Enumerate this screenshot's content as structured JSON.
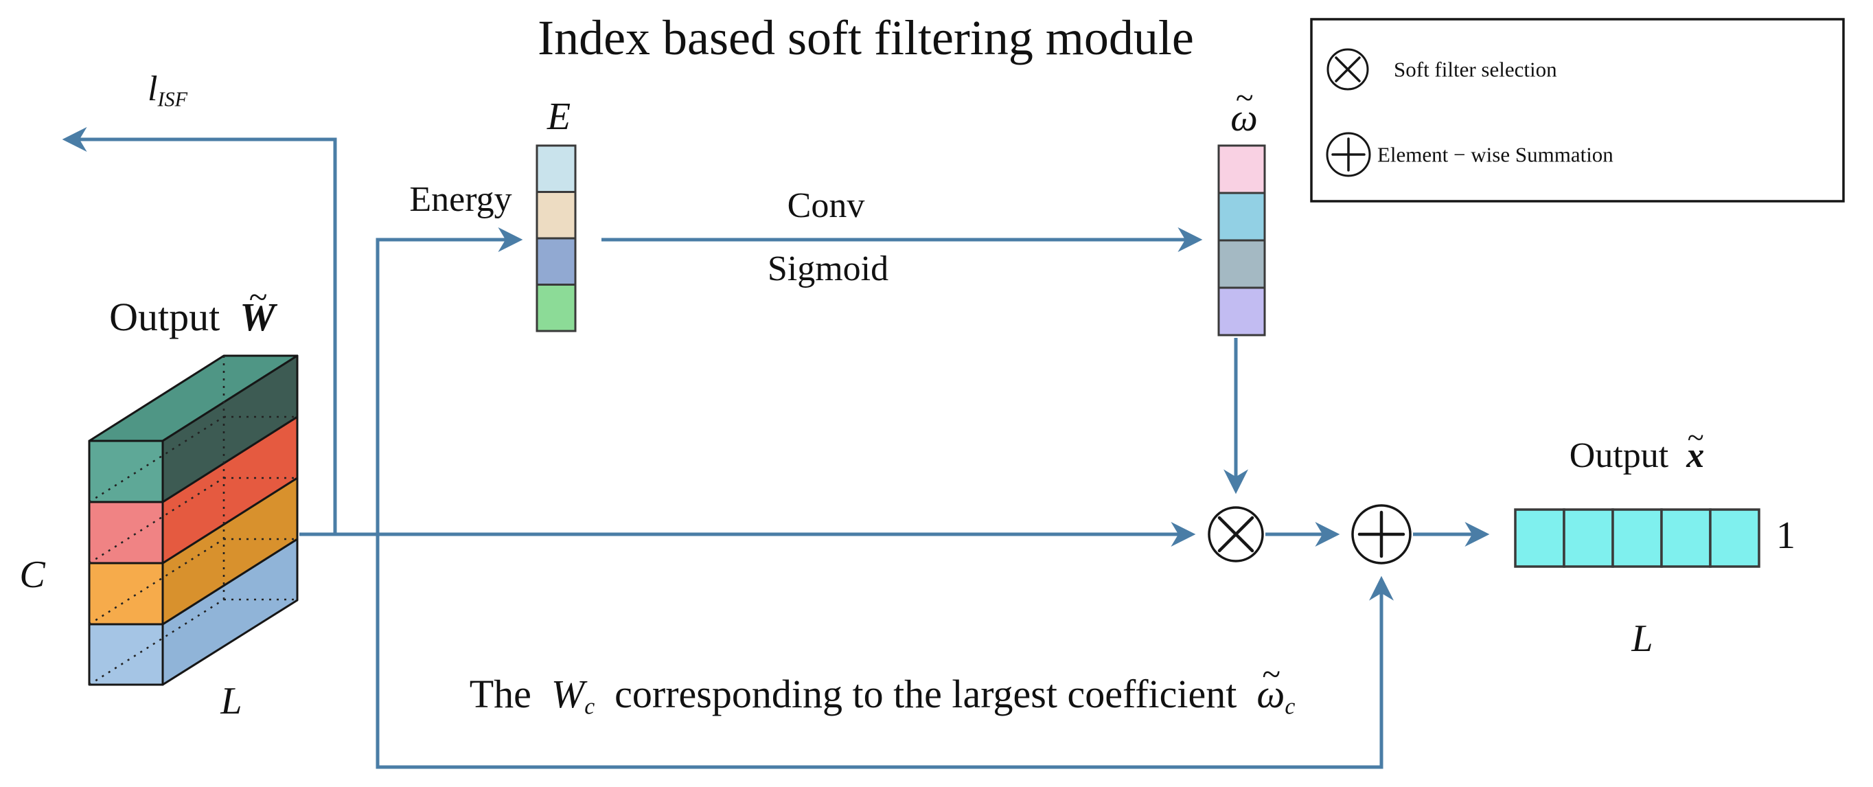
{
  "title": "Index based soft filtering module",
  "legend": {
    "multiply": {
      "icon": "circle-times-icon",
      "label": "Soft filter selection"
    },
    "add": {
      "icon": "circle-plus-icon",
      "label": "Element − wise Summation"
    }
  },
  "loss_label": {
    "base": "l",
    "sub": "ISF"
  },
  "weight_block": {
    "label_prefix": "Output",
    "label_symbol": "W",
    "label_tilde": "~",
    "channel_label": "C",
    "length_label": "L",
    "layers": [
      {
        "name": "teal",
        "front": "#5EA897",
        "top": "#4F9685",
        "side": "#3D5B53"
      },
      {
        "name": "salmon",
        "front": "#F08384",
        "top": "#F49394",
        "side": "#E55A40"
      },
      {
        "name": "orange",
        "front": "#F6AB4B",
        "top": "#F0A23E",
        "side": "#D8912D"
      },
      {
        "name": "blue",
        "front": "#A5C5E5",
        "top": "#ABCBE9",
        "side": "#90B4D8"
      }
    ]
  },
  "energy_label": "Energy",
  "e_stack": {
    "label": "E",
    "cells": [
      "#C9E3EC",
      "#EDDCC2",
      "#91A9D2",
      "#8CDB97"
    ]
  },
  "conv_label": "Conv",
  "sigmoid_label": "Sigmoid",
  "omega_stack": {
    "label_base": "ω",
    "label_tilde": "~",
    "cells": [
      "#F9D1E3",
      "#92D0E4",
      "#A4B9C3",
      "#C2BCF2"
    ]
  },
  "sentence": {
    "part1": "The",
    "w_base": "W",
    "w_sub": "c",
    "part2": "corresponding to the largest coefficient",
    "omega_base": "ω",
    "omega_tilde": "~",
    "omega_sub": "c"
  },
  "output_vector": {
    "label_prefix": "Output",
    "label_symbol": "x",
    "label_tilde": "~",
    "height_label": "1",
    "length_label": "L",
    "cells": [
      "#7FF0EE",
      "#7FF0EE",
      "#7FF0EE",
      "#7FF0EE",
      "#7FF0EE"
    ]
  },
  "colors": {
    "arrow": "#4A7DA6",
    "outline": "#161616",
    "cell_border": "#3A3A3A",
    "background": "#FFFFFF"
  }
}
